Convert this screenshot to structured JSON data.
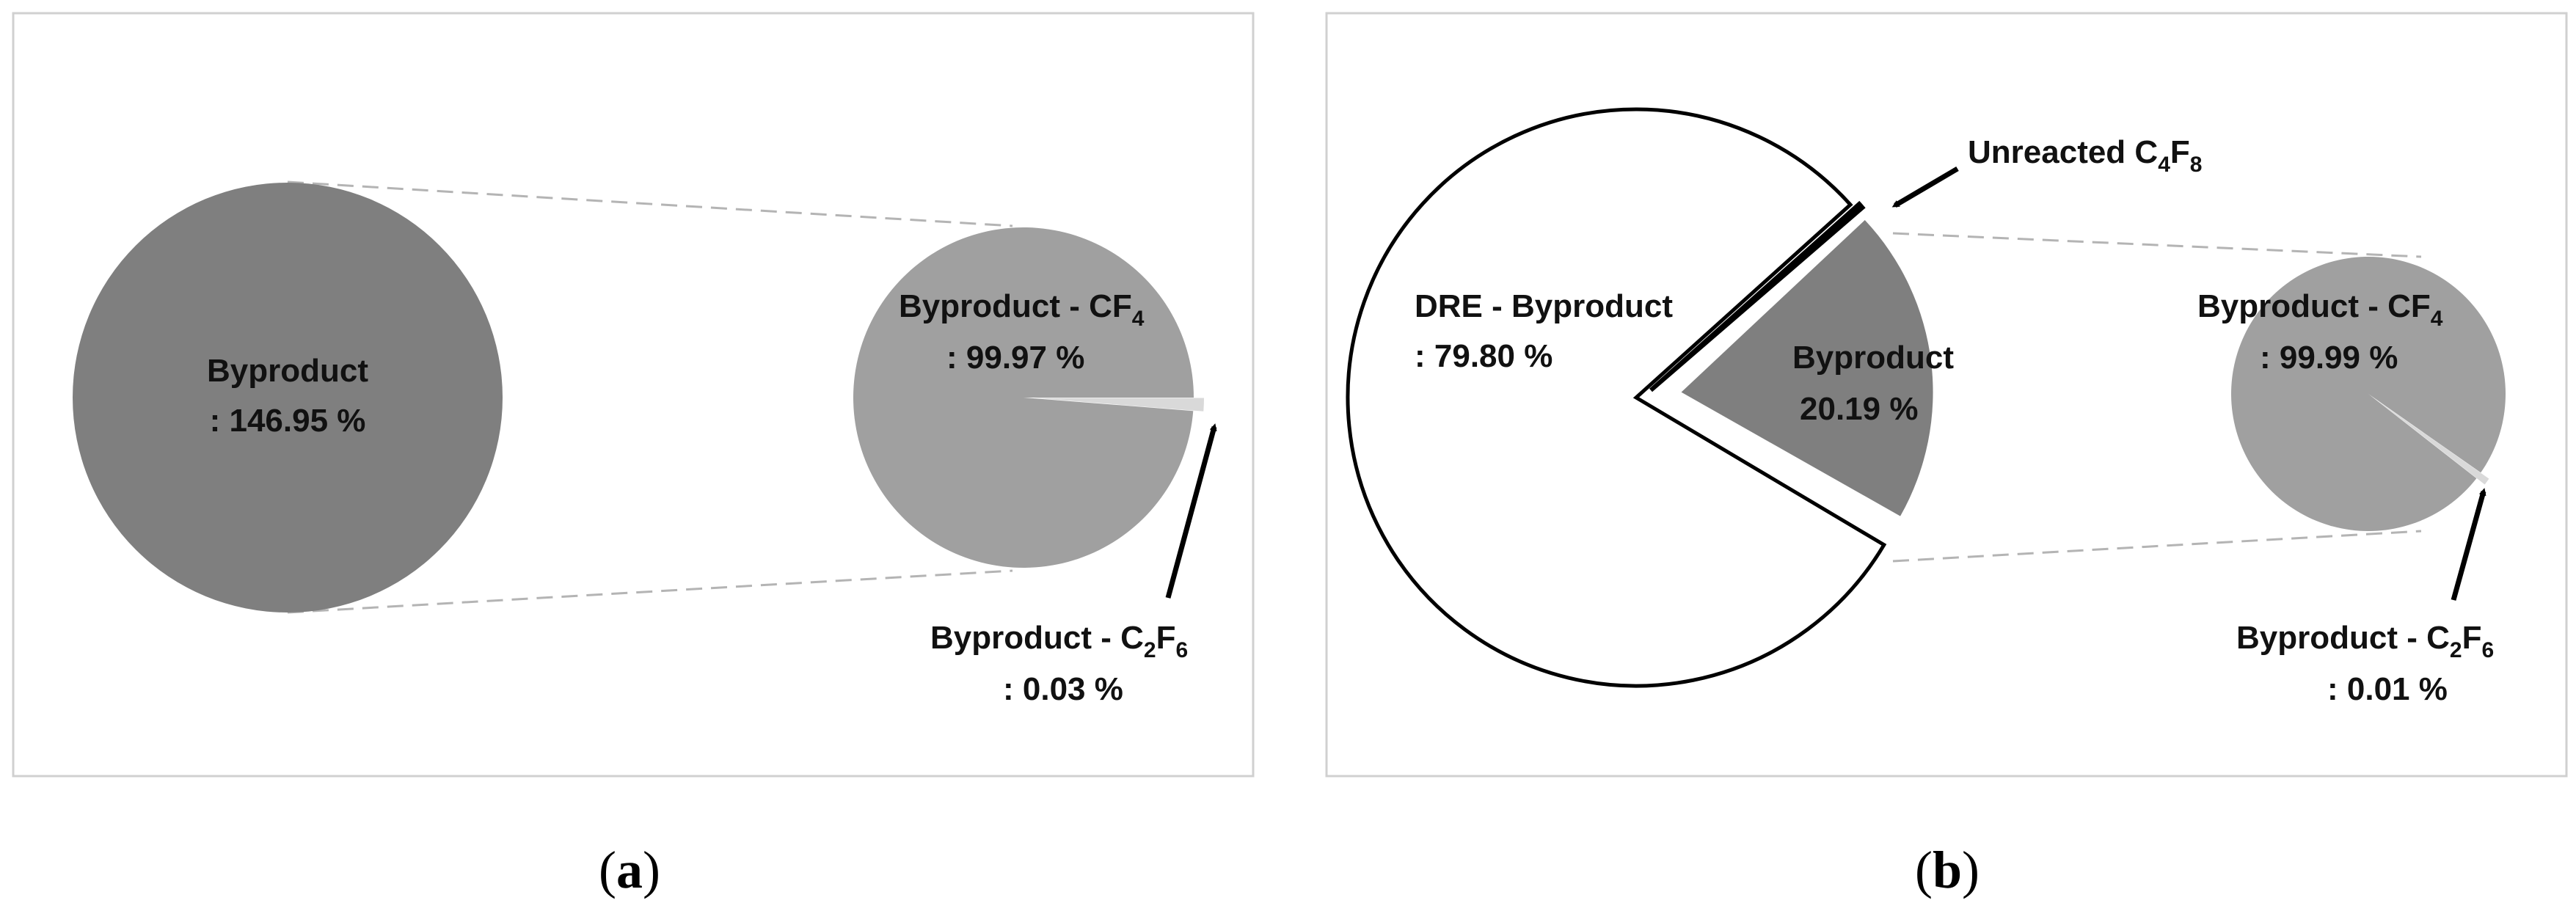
{
  "chart_data": [
    {
      "type": "pie",
      "panel": "(a)",
      "main_pie": {
        "slices": [
          {
            "label": "Byproduct",
            "value_text": ": 146.95 %",
            "value": 146.95,
            "color": "#7f7f7f"
          }
        ]
      },
      "detail_pie": {
        "slices": [
          {
            "label": "Byproduct - CF",
            "sub": "4",
            "value_text": ": 99.97 %",
            "value": 99.97,
            "color": "#a0a0a0"
          },
          {
            "label": "Byproduct - C",
            "sub1": "2",
            "mid": "F",
            "sub2": "6",
            "value_text": ": 0.03 %",
            "value": 0.03,
            "color": "#d9d9d9"
          }
        ]
      }
    },
    {
      "type": "pie",
      "panel": "(b)",
      "main_pie": {
        "slices": [
          {
            "label": "DRE - Byproduct",
            "value_text": ": 79.80 %",
            "value": 79.8,
            "color": "#ffffff"
          },
          {
            "label": "Unreacted C",
            "sub1": "4",
            "mid": "F",
            "sub2": "8",
            "value": 0.01,
            "color": "#000000"
          },
          {
            "label": "Byproduct",
            "value_text": "20.19 %",
            "value": 20.19,
            "color": "#7f7f7f"
          }
        ]
      },
      "detail_pie": {
        "slices": [
          {
            "label": "Byproduct - CF",
            "sub": "4",
            "value_text": ": 99.99 %",
            "value": 99.99,
            "color": "#a0a0a0"
          },
          {
            "label": "Byproduct - C",
            "sub1": "2",
            "mid": "F",
            "sub2": "6",
            "value_text": ": 0.01 %",
            "value": 0.01,
            "color": "#d9d9d9"
          }
        ]
      }
    }
  ],
  "captions": {
    "a": {
      "open": "(",
      "letter": "a",
      "close": ")"
    },
    "b": {
      "open": "(",
      "letter": "b",
      "close": ")"
    }
  }
}
